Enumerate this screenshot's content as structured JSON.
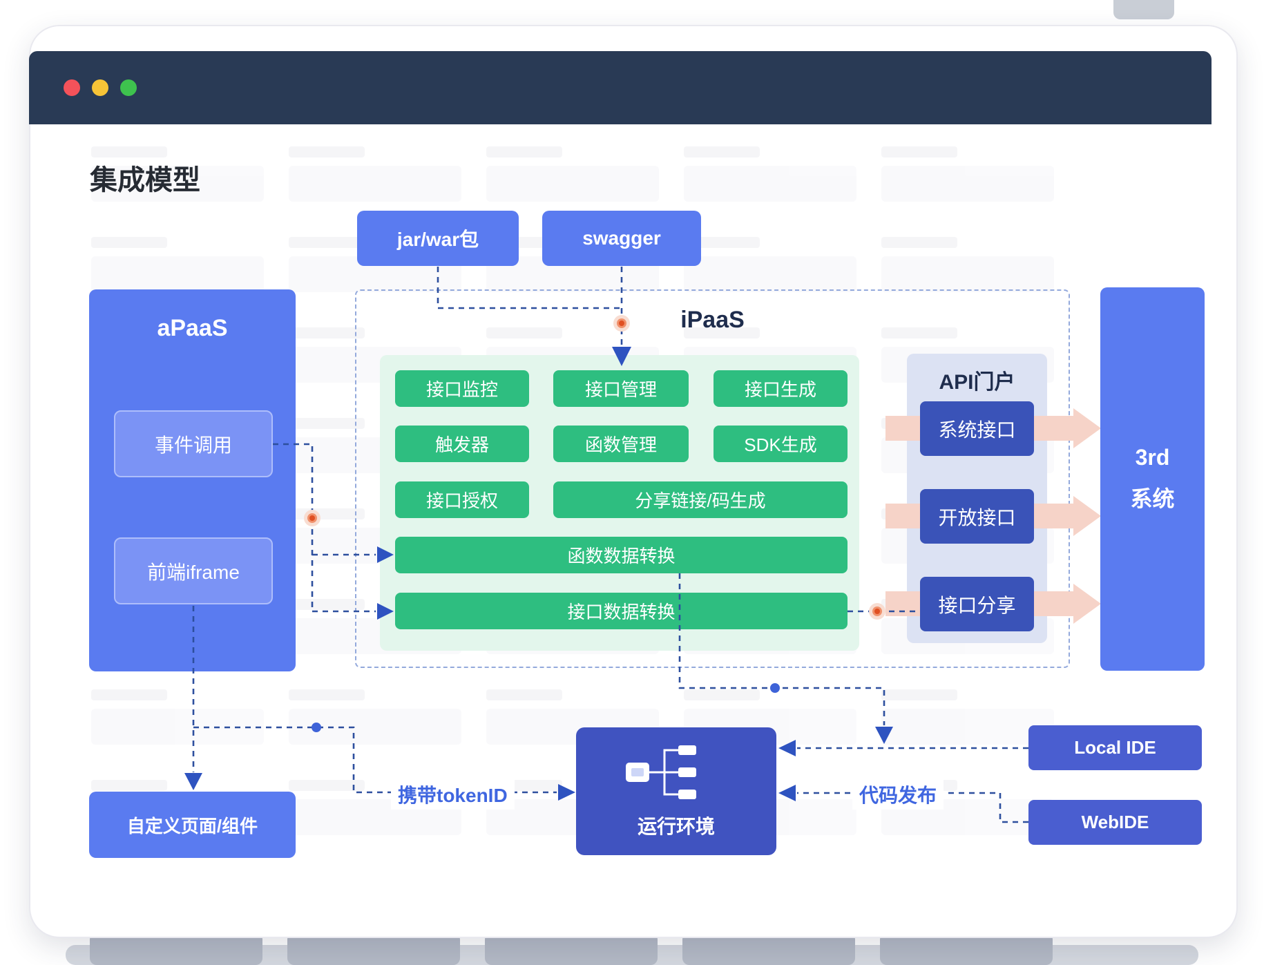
{
  "page": {
    "title": "集成模型"
  },
  "sources": {
    "jar_war": "jar/war包",
    "swagger": "swagger"
  },
  "apaas": {
    "title": "aPaaS",
    "event_call": "事件调用",
    "frontend_iframe": "前端iframe"
  },
  "ipaas": {
    "title": "iPaaS",
    "buttons": [
      "接口监控",
      "接口管理",
      "接口生成",
      "触发器",
      "函数管理",
      "SDK生成",
      "接口授权",
      "分享链接/码生成",
      "函数数据转换",
      "接口数据转换"
    ]
  },
  "api_portal": {
    "title": "API门户",
    "items": [
      "系统接口",
      "开放接口",
      "接口分享"
    ]
  },
  "third_system": {
    "lines": [
      "3rd",
      "系统"
    ]
  },
  "bottom": {
    "custom_page": "自定义页面/组件",
    "runtime": "运行环境",
    "local_ide": "Local IDE",
    "web_ide": "WebIDE"
  },
  "flow_labels": {
    "token": "携带tokenID",
    "deploy": "代码发布"
  },
  "colors": {
    "titlebar": "#293a55",
    "primary_blue": "#5a7bf0",
    "deep_blue": "#4053c0",
    "ide_blue": "#4a5ed0",
    "portal_box_blue": "#3a53b8",
    "green": "#2ebe80",
    "green_panel": "#e3f6ec",
    "portal_panel": "#dce2f3",
    "arrow_pink": "#f6d3c8",
    "connector_navy": "#2d4f9e",
    "label_blue": "#3f66e0",
    "traffic_red": "#f4525a",
    "traffic_yellow": "#f7c437",
    "traffic_green": "#3ec24e"
  }
}
